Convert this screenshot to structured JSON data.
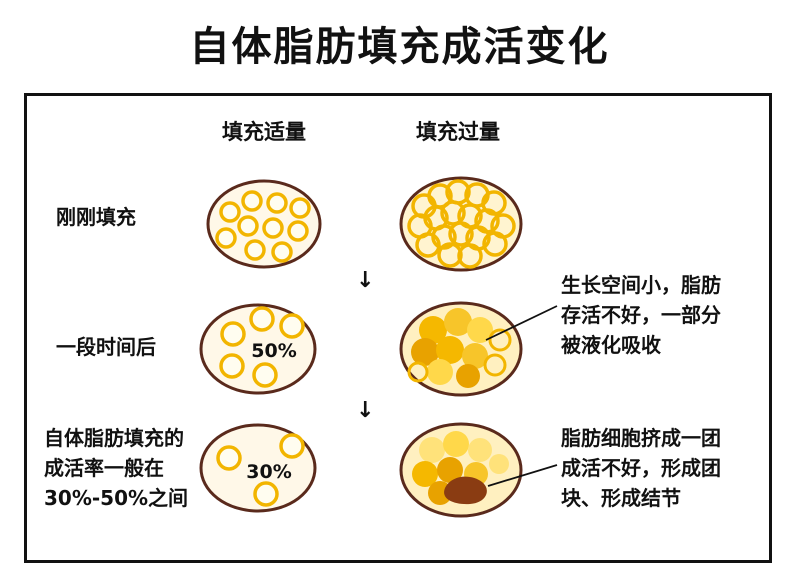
{
  "title": "自体脂肪填充成活变化",
  "columns": {
    "left": "填充适量",
    "right": "填充过量"
  },
  "rows": {
    "row1": "刚刚填充",
    "row2": "一段时间后",
    "row3_line1": "自体脂肪填充的",
    "row3_line2": "成活率一般在",
    "row3_line3": "30%-50%之间"
  },
  "percents": {
    "mid": "50%",
    "bottom": "30%"
  },
  "notes": {
    "note1_line1": "生长空间小，脂肪",
    "note1_line2": "存活不好，一部分",
    "note1_line3": "被液化吸收",
    "note2_line1": "脂肪细胞挤成一团",
    "note2_line2": "成活不好，形成团",
    "note2_line3": "块、形成结节"
  },
  "arrow_glyph": "↓",
  "colors": {
    "dish_fill": "#fff8e8",
    "dish_border": "#5a2a1c",
    "cell_ring": "#f2b500",
    "cell_light": "#ffd84a",
    "cell_dark": "#e8a200",
    "nodule": "#8a3c12"
  }
}
